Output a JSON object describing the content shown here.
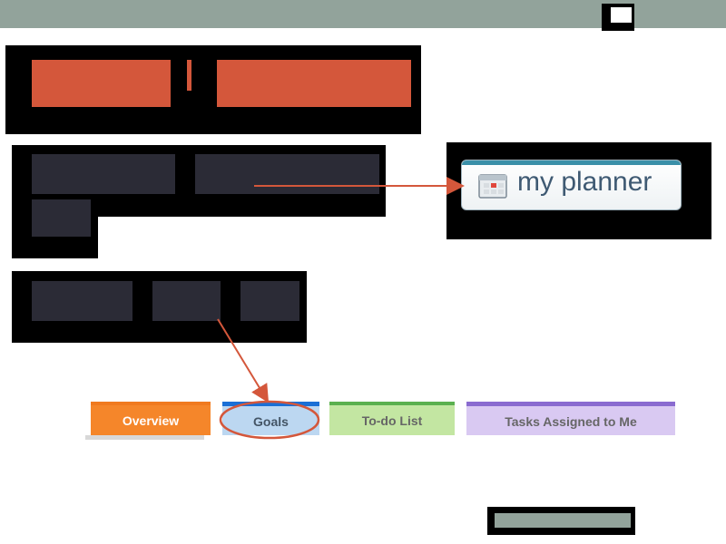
{
  "header": {
    "has_top_bar": true
  },
  "tabs": [
    {
      "label": "Overview",
      "bg": "#f5862a",
      "accent": "#f07a1f",
      "color": "#ffffff"
    },
    {
      "label": "Goals",
      "bg": "#bcd7f1",
      "accent": "#1a6fd6",
      "color": "#445566"
    },
    {
      "label": "To-do List",
      "bg": "#c3e6a2",
      "accent": "#5ab04f",
      "color": "#666666"
    },
    {
      "label": "Tasks Assigned to Me",
      "bg": "#d9c9f2",
      "accent": "#8a6bd0",
      "color": "#666666"
    }
  ],
  "planner": {
    "label": "my planner",
    "icon": "calendar-icon"
  },
  "colors": {
    "redacted_red": "#d4573b",
    "redacted_dark": "#2b2b36",
    "arrow": "#d4573b",
    "top_bar": "#92a39b"
  }
}
